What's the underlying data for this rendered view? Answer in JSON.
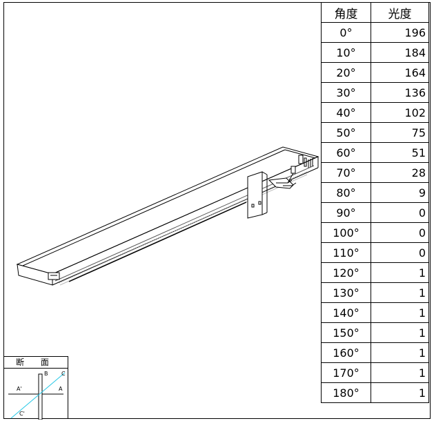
{
  "table": {
    "headers": [
      "角度",
      "光度"
    ],
    "rows": [
      {
        "angle": "0°",
        "value": "196"
      },
      {
        "angle": "10°",
        "value": "184"
      },
      {
        "angle": "20°",
        "value": "164"
      },
      {
        "angle": "30°",
        "value": "136"
      },
      {
        "angle": "40°",
        "value": "102"
      },
      {
        "angle": "50°",
        "value": "75"
      },
      {
        "angle": "60°",
        "value": "51"
      },
      {
        "angle": "70°",
        "value": "28"
      },
      {
        "angle": "80°",
        "value": "9"
      },
      {
        "angle": "90°",
        "value": "0"
      },
      {
        "angle": "100°",
        "value": "0"
      },
      {
        "angle": "110°",
        "value": "0"
      },
      {
        "angle": "120°",
        "value": "1"
      },
      {
        "angle": "130°",
        "value": "1"
      },
      {
        "angle": "140°",
        "value": "1"
      },
      {
        "angle": "150°",
        "value": "1"
      },
      {
        "angle": "160°",
        "value": "1"
      },
      {
        "angle": "170°",
        "value": "1"
      },
      {
        "angle": "180°",
        "value": "1"
      }
    ]
  },
  "section": {
    "title": "断 面",
    "labels": {
      "a": "A",
      "a_prime": "A'",
      "b": "B",
      "c": "C",
      "c_prime": "C'"
    }
  },
  "colors": {
    "section_line": "#22c7e6",
    "line": "#000000"
  }
}
